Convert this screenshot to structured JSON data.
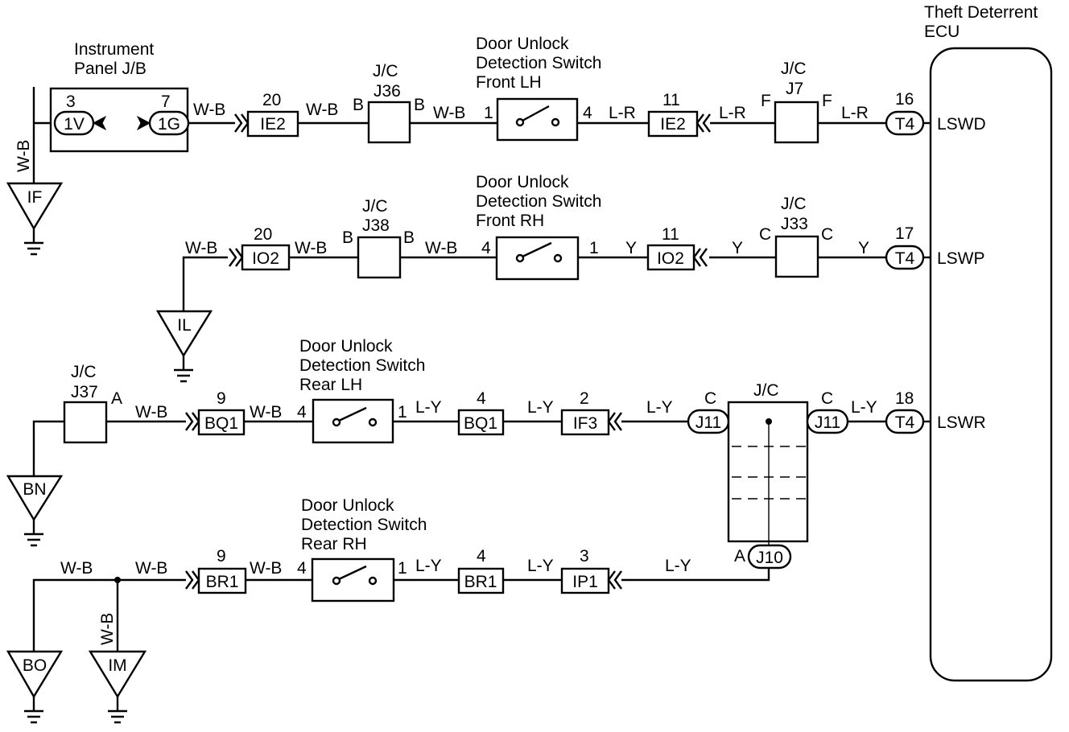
{
  "ecu": {
    "title_line1": "Theft Deterrent",
    "title_line2": "ECU"
  },
  "jb": {
    "title_line1": "Instrument",
    "title_line2": "Panel J/B",
    "pin_left": "3",
    "pin_right": "7",
    "conn_left": "1V",
    "conn_right": "1G"
  },
  "row1": {
    "switch_title": [
      "Door Unlock",
      "Detection Switch",
      "Front LH"
    ],
    "jc1": {
      "label": "J/C",
      "id": "J36",
      "pin_left": "B",
      "pin_right": "B"
    },
    "jc2": {
      "label": "J/C",
      "id": "J7",
      "pin_left": "F",
      "pin_right": "F"
    },
    "conn1": {
      "pin": "20",
      "id": "IE2"
    },
    "conn2": {
      "pin": "11",
      "id": "IE2"
    },
    "switch_pin_left": "1",
    "switch_pin_right": "4",
    "ecu_pin": "16",
    "ecu_conn": "T4",
    "terminal": "LSWD",
    "wire_gnd": "W-B",
    "wire_a": "W-B",
    "wire_b": "W-B",
    "wire_c": "W-B",
    "wire_d": "L-R",
    "wire_e": "L-R",
    "wire_f": "L-R",
    "ground": "IF"
  },
  "row2": {
    "switch_title": [
      "Door Unlock",
      "Detection Switch",
      "Front RH"
    ],
    "jc1": {
      "label": "J/C",
      "id": "J38",
      "pin_left": "B",
      "pin_right": "B"
    },
    "jc2": {
      "label": "J/C",
      "id": "J33",
      "pin_left": "C",
      "pin_right": "C"
    },
    "conn1": {
      "pin": "20",
      "id": "IO2"
    },
    "conn2": {
      "pin": "11",
      "id": "IO2"
    },
    "switch_pin_left": "4",
    "switch_pin_right": "1",
    "ecu_pin": "17",
    "ecu_conn": "T4",
    "terminal": "LSWP",
    "wire_a": "W-B",
    "wire_b": "W-B",
    "wire_c": "W-B",
    "wire_d": "Y",
    "wire_e": "Y",
    "wire_f": "Y",
    "ground": "IL"
  },
  "row3": {
    "switch_title": [
      "Door Unlock",
      "Detection Switch",
      "Rear LH"
    ],
    "jc1": {
      "label": "J/C",
      "id": "J37",
      "pin": "A"
    },
    "conn1": {
      "pin": "9",
      "id": "BQ1"
    },
    "conn2": {
      "pin": "4",
      "id": "BQ1"
    },
    "conn3": {
      "pin": "2",
      "id": "IF3"
    },
    "switch_pin_left": "4",
    "switch_pin_right": "1",
    "j11_pin_left": "C",
    "j11_left": "J11",
    "j11_pin_right": "C",
    "j11_right": "J11",
    "jc_big_label": "J/C",
    "ecu_pin": "18",
    "ecu_conn": "T4",
    "terminal": "LSWR",
    "wire_a": "W-B",
    "wire_b": "W-B",
    "wire_c": "L-Y",
    "wire_d": "L-Y",
    "wire_e": "L-Y",
    "wire_f": "L-Y",
    "ground": "BN"
  },
  "row4": {
    "switch_title": [
      "Door Unlock",
      "Detection Switch",
      "Rear RH"
    ],
    "conn1": {
      "pin": "9",
      "id": "BR1"
    },
    "conn2": {
      "pin": "4",
      "id": "BR1"
    },
    "conn3": {
      "pin": "3",
      "id": "IP1"
    },
    "switch_pin_left": "4",
    "switch_pin_right": "1",
    "j10_pin": "A",
    "j10": "J10",
    "wire_a": "W-B",
    "wire_b": "W-B",
    "wire_c": "W-B",
    "wire_vert": "W-B",
    "wire_d": "L-Y",
    "wire_e": "L-Y",
    "wire_f": "L-Y",
    "ground_left": "BO",
    "ground_right": "IM"
  }
}
